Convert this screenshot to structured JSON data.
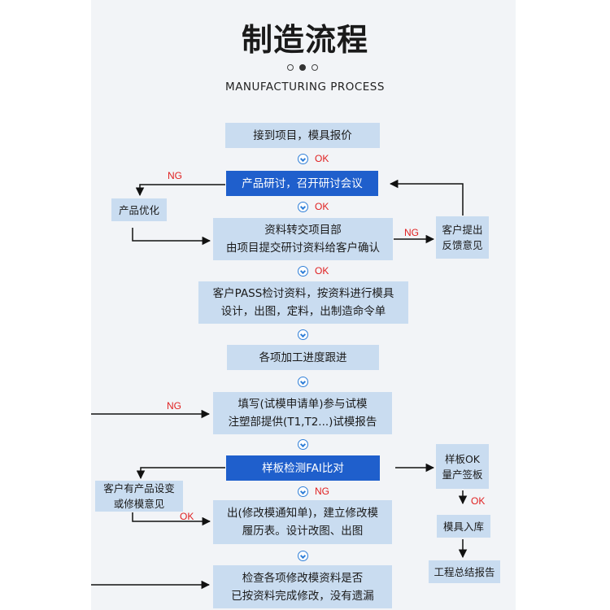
{
  "header": {
    "title": "制造流程",
    "subtitle": "MANUFACTURING PROCESS"
  },
  "colors": {
    "box_fill": "#c9dcf0",
    "box_highlight": "#1f5fcc",
    "label_red": "#e02020",
    "connector_blue": "#2f7fd8"
  },
  "steps": {
    "s1": "接到项目，模具报价",
    "s2": "产品研讨，召开研讨会议",
    "s3": "资料转交项目部\n由项目提交研讨资料给客户确认",
    "s4": "客户PASS检讨资料，按资料进行模具\n设计，出图，定料，出制造命令单",
    "s5": "各项加工进度跟进",
    "s6": "填写(试模申请单)参与试模\n注塑部提供(T1,T2...)试模报告",
    "s7": "样板检测FAI比对",
    "s8": "出(修改模通知单)，建立修改模\n履历表。设计改图、出图",
    "s9": "检查各项修改模资料是否\n已按资料完成修改，没有遗漏"
  },
  "side": {
    "optimize": "产品优化",
    "feedback": "客户提出\n反馈意见",
    "change": "客户有产品设变\n或修模意见",
    "approve": "样板OK\n量产签板",
    "storage": "模具入库",
    "summary": "工程总结报告"
  },
  "labels": {
    "ok1": "OK",
    "ok2": "OK",
    "ok3": "OK",
    "ng_optimize": "NG",
    "ng_feedback": "NG",
    "ng_retest": "NG",
    "ng_fai": "NG",
    "ok_change": "OK",
    "ok_approve": "OK"
  }
}
